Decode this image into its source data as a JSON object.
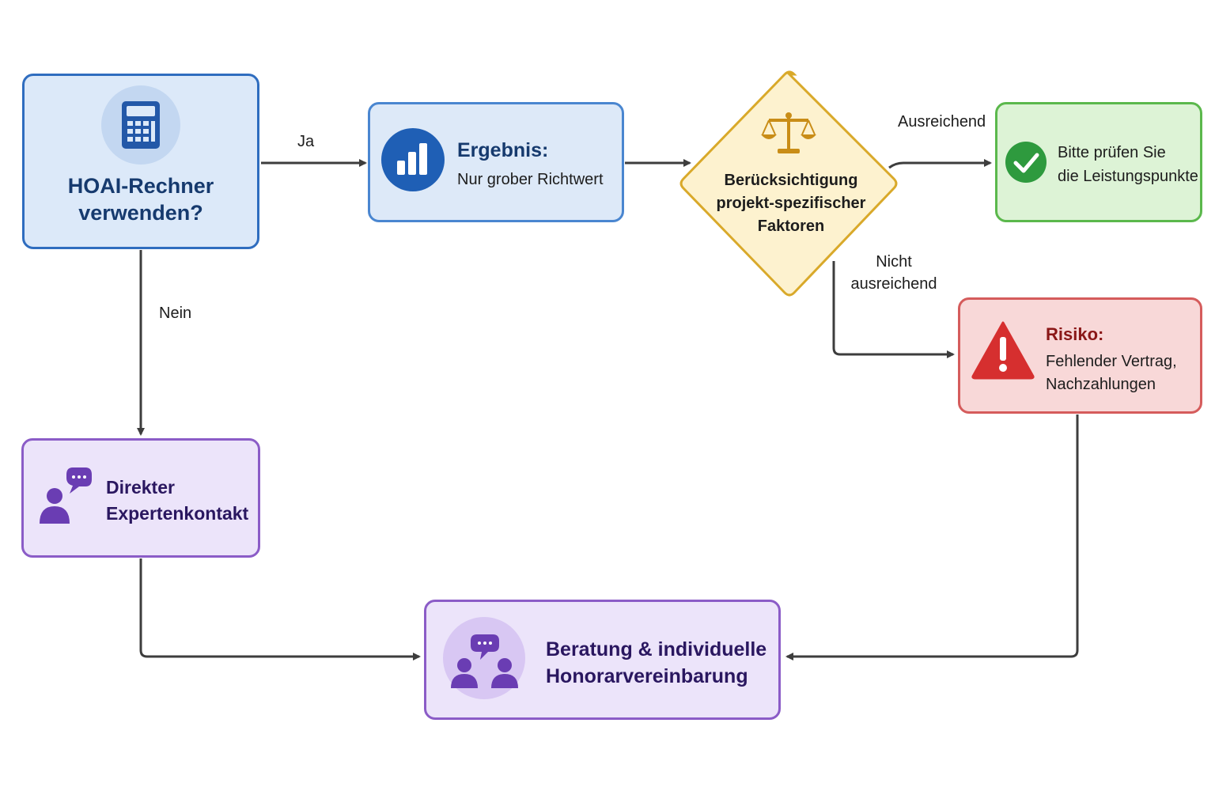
{
  "nodes": {
    "start": {
      "title": "HOAI-Rechner verwenden?",
      "icon": "calculator-icon"
    },
    "result": {
      "title": "Ergebnis:",
      "subtitle": "Nur grober Richtwert",
      "icon": "bar-chart-icon"
    },
    "decision": {
      "line1": "Berücksichtigung",
      "line2": "projekt-spezifischer",
      "line3": "Faktoren",
      "icon": "scales-icon"
    },
    "check": {
      "line1": "Bitte prüfen Sie",
      "line2": "die Leistungspunkte",
      "icon": "check-circle-icon"
    },
    "risk": {
      "title": "Risiko:",
      "line1": "Fehlender Vertrag,",
      "line2": "Nachzahlungen",
      "icon": "warning-icon"
    },
    "expert": {
      "line1": "Direkter",
      "line2": "Expertenkontakt",
      "icon": "person-chat-icon"
    },
    "consult": {
      "line1": "Beratung & individuelle",
      "line2": "Honorarvereinbarung",
      "icon": "people-chat-icon"
    }
  },
  "edges": {
    "yes": "Ja",
    "no": "Nein",
    "sufficient": "Ausreichend",
    "insufficient_line1": "Nicht",
    "insufficient_line2": "ausreichend"
  },
  "colors": {
    "blue_border": "#2f6dbf",
    "green_border": "#5bb84c",
    "red_border": "#d55c5c",
    "purple_border": "#8b5cc7",
    "yellow_border": "#d9a92a",
    "arrow": "#3d3d3d"
  }
}
